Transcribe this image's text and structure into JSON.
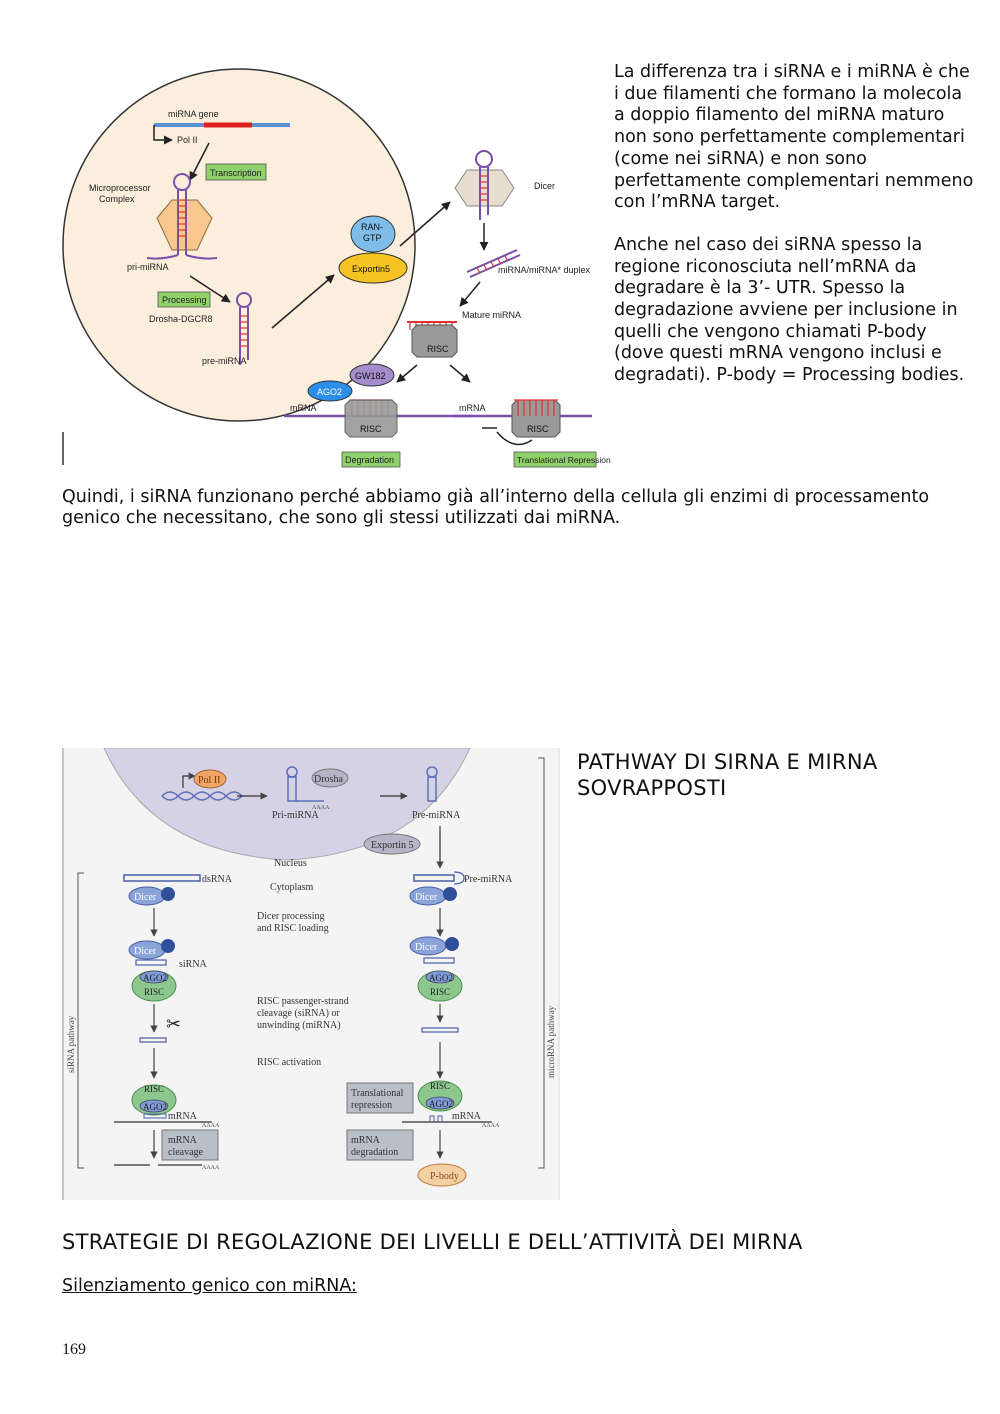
{
  "figure1": {
    "labels": {
      "mirna_gene": "miRNA gene",
      "pol_ii": "Pol II",
      "transcription": "Transcription",
      "microprocessor": "Microprocessor",
      "complex": "Complex",
      "pri_mirna": "pri-miRNA",
      "processing": "Processing",
      "drosha_dgcr8": "Drosha-DGCR8",
      "pre_mirna": "pre-miRNA",
      "ran": "RAN-",
      "gtp": "GTP",
      "exportin5": "Exportin5",
      "dicer": "Dicer",
      "duplex": "miRNA/miRNA* duplex",
      "mature_mirna": "Mature miRNA",
      "risc": "RISC",
      "gw182": "GW182",
      "ago2": "AGO2",
      "mrna": "mRNA",
      "degradation": "Degradation",
      "translational_repression": "Translational Repression"
    }
  },
  "right_text": {
    "p1": "La differenza tra i siRNA e i miRNA è che i due filamenti che formano la molecola a doppio filamento del miRNA maturo non sono perfettamente complementari (come nei siRNA) e non sono perfettamente complementari nemmeno con l’mRNA target.",
    "p2": "Anche nel caso dei siRNA spesso la regione riconosciuta nell’mRNA da degradare è la 3’- UTR. Spesso la degradazione avviene per inclusione in quelli che vengono chiamati P-body (dove questi mRNA vengono inclusi e degradati). P-body = Processing bodies."
  },
  "full_paragraph": "Quindi, i siRNA funzionano perché abbiamo già all’interno della cellula gli enzimi di processamento genico che necessitano, che sono gli stessi utilizzati dai miRNA.",
  "figure2": {
    "labels": {
      "pol_ii": "Pol II",
      "drosha": "Drosha",
      "pri_mirna": "Pri-miRNA",
      "pre_mirna": "Pre-miRNA",
      "aaaa": "AAAA",
      "exportin5": "Exportin 5",
      "nucleus": "Nucleus",
      "cytoplasm": "Cytoplasm",
      "dsrna": "dsRNA",
      "pre_mirna2": "Pre-miRNA",
      "dicer": "Dicer",
      "dicer_processing_1": "Dicer processing",
      "dicer_processing_2": "and RISC loading",
      "sirna": "siRNA",
      "ago2": "AGO2",
      "risc": "RISC",
      "passenger_1": "RISC passenger-strand",
      "passenger_2": "cleavage (siRNA) or",
      "passenger_3": "unwinding (miRNA)",
      "risc_activation": "RISC activation",
      "translational_1": "Translational",
      "translational_2": "repression",
      "mrna": "mRNA",
      "mrna_cleavage_1": "mRNA",
      "mrna_cleavage_2": "cleavage",
      "mrna_degradation_1": "mRNA",
      "mrna_degradation_2": "degradation",
      "p_body": "P-body",
      "sirna_pathway": "siRNA pathway",
      "microrna_pathway": "microRNA pathway"
    }
  },
  "side_heading_line1": "PATHWAY DI SIRNA E MIRNA",
  "side_heading_line2": "SOVRAPPOSTI",
  "section_heading": "STRATEGIE DI REGOLAZIONE DEI LIVELLI E DELL’ATTIVITÀ DEI MIRNA",
  "subheading": "Silenziamento genico con miRNA:",
  "page_number": "169"
}
